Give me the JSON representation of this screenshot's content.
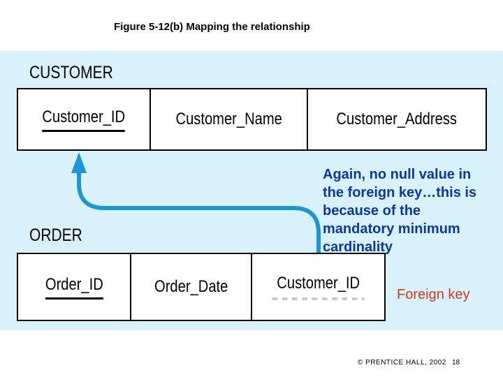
{
  "title": "Figure 5-12(b) Mapping the relationship",
  "colors": {
    "panel_bg": "#d8f1fb",
    "arrow_blue": "#1c96d4",
    "note_blue": "#0a38a0",
    "foreign_key_red": "#cc3a17",
    "table_border": "#000000",
    "fk_dash_gray": "#c9c9c9"
  },
  "diagram": {
    "customer": {
      "entity_label": "CUSTOMER",
      "columns": [
        {
          "label": "Customer_ID",
          "key": "primary"
        },
        {
          "label": "Customer_Name",
          "key": "none"
        },
        {
          "label": "Customer_Address",
          "key": "none"
        }
      ]
    },
    "order": {
      "entity_label": "ORDER",
      "columns": [
        {
          "label": "Order_ID",
          "key": "primary"
        },
        {
          "label": "Order_Date",
          "key": "none"
        },
        {
          "label": "Customer_ID",
          "key": "foreign"
        }
      ]
    }
  },
  "annotations": {
    "note": "Again, no null value in\nthe foreign key…this is\nbecause of the\nmandatory minimum\ncardinality",
    "foreign_key_label": "Foreign key"
  },
  "footer": {
    "copyright": "© PRENTICE HALL, 2002",
    "page_number": "18"
  }
}
